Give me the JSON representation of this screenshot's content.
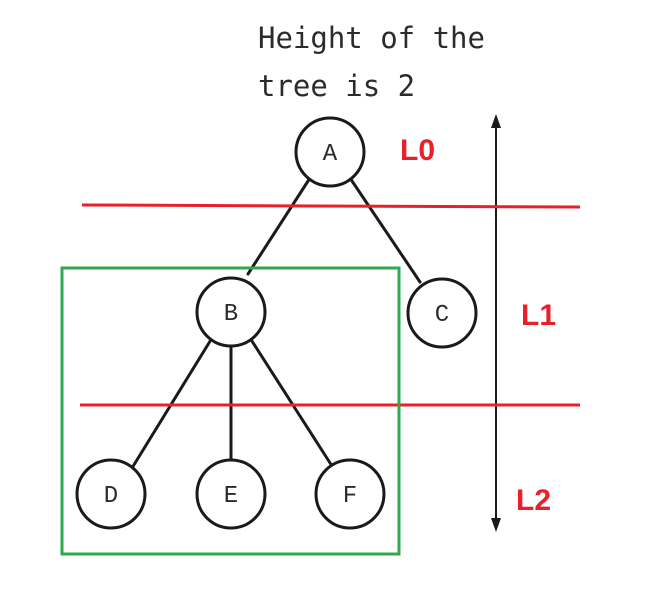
{
  "caption": {
    "line1": "Height of the",
    "line2": "tree is 2"
  },
  "tree": {
    "nodes": [
      {
        "id": "A",
        "label": "A"
      },
      {
        "id": "B",
        "label": "B"
      },
      {
        "id": "C",
        "label": "C"
      },
      {
        "id": "D",
        "label": "D"
      },
      {
        "id": "E",
        "label": "E"
      },
      {
        "id": "F",
        "label": "F"
      }
    ],
    "edges": [
      [
        "A",
        "B"
      ],
      [
        "A",
        "C"
      ],
      [
        "B",
        "D"
      ],
      [
        "B",
        "E"
      ],
      [
        "B",
        "F"
      ]
    ]
  },
  "levels": [
    "L0",
    "L1",
    "L2"
  ],
  "colors": {
    "level_lines": "#e8202a",
    "level_labels": "#e8202a",
    "subtree_box": "#2fa84f",
    "tree": "#1a1a1a"
  },
  "icons": {
    "height_arrow": "double-headed-vertical-arrow"
  }
}
